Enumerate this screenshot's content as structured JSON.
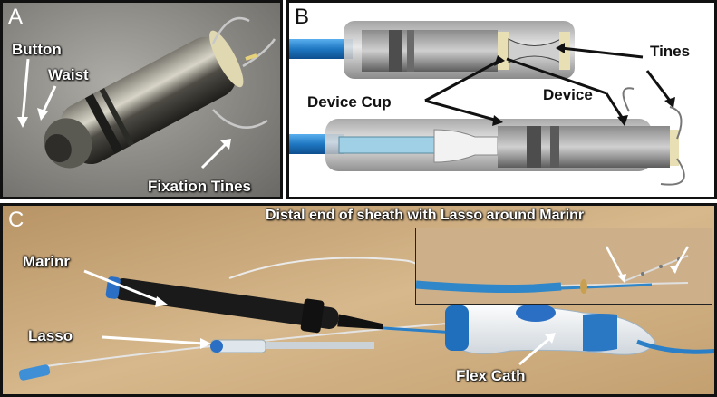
{
  "panels": {
    "a": {
      "label": "A"
    },
    "b": {
      "label": "B"
    },
    "c": {
      "label": "C"
    }
  },
  "labels": {
    "button": "Button",
    "waist": "Waist",
    "fixation_tines": "Fixation Tines",
    "tines": "Tines",
    "device_cup": "Device Cup",
    "device": "Device",
    "inset_caption": "Distal end of sheath with Lasso around Marinr",
    "marinr": "Marinr",
    "lasso": "Lasso",
    "flex_cath": "Flex Cath"
  },
  "colors": {
    "arrow_white": "#ffffff",
    "arrow_black": "#111111",
    "catheter_blue": "#2f86c8",
    "device_metal": "#3a3a36",
    "table_wood": "#c9a87a"
  }
}
